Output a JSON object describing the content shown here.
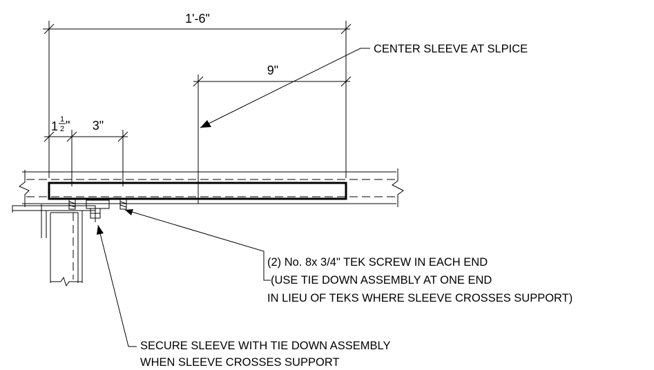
{
  "dimensions": {
    "overall": "1'-6\"",
    "half": "9\"",
    "edge_whole": "1",
    "edge_num": "1",
    "edge_den": "2",
    "edge_inch": "\"",
    "spacing": "3\""
  },
  "notes": {
    "center_sleeve": "CENTER SLEEVE AT SLPICE",
    "tek_line1": "(2) No. 8x 3/4\" TEK SCREW IN EACH END",
    "tek_line2": "(USE TIE DOWN ASSEMBLY AT ONE END",
    "tek_line3": "IN LIEU OF TEKS WHERE SLEEVE CROSSES SUPPORT)",
    "tie_line1": "SECURE SLEEVE WITH TIE DOWN ASSEMBLY",
    "tie_line2": "WHEN SLEEVE CROSSES SUPPORT"
  }
}
